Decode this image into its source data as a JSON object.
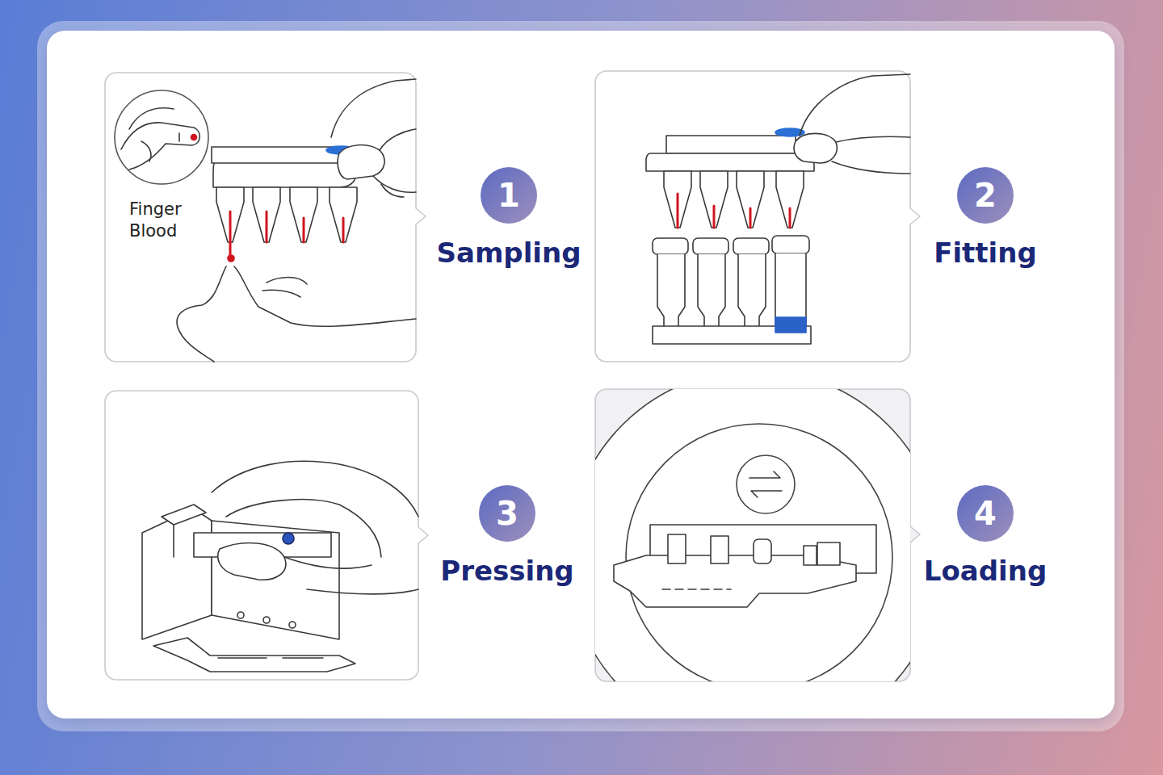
{
  "diagram": {
    "nodes": [
      {
        "text": [
          "1",
          "Sampling"
        ]
      },
      {
        "text": [
          "2",
          "Fitting"
        ]
      },
      {
        "text": [
          "3",
          "Pressing"
        ]
      },
      {
        "text": [
          "4",
          "Loading"
        ]
      }
    ],
    "labels": [
      "Finger Blood"
    ]
  }
}
